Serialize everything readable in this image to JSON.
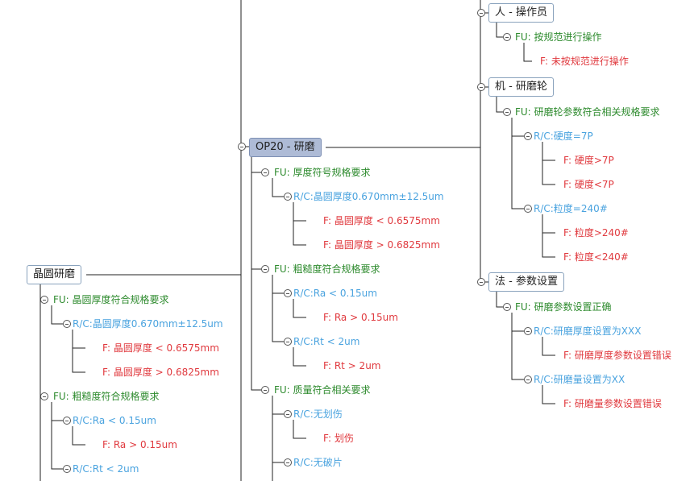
{
  "main": {
    "op20": {
      "title": "OP20 - 研磨",
      "fu_thickness": "FU: 厚度符号规格要求",
      "rc_thickness": "R/C:晶圆厚度0.670mm±12.5um",
      "f_thick_low": "F:   晶圆厚度 < 0.6575mm",
      "f_thick_high": "F:   晶圆厚度 > 0.6825mm",
      "fu_rough": "FU: 粗糙度符合规格要求",
      "rc_ra": "R/C:Ra < 0.15um",
      "f_ra": "F:   Ra > 0.15um",
      "rc_rt": "R/C:Rt < 2um",
      "f_rt": "F:   Rt > 2um",
      "fu_quality": "FU: 质量符合相关要求",
      "rc_scratch": "R/C:无划伤",
      "f_scratch": "F:   划伤",
      "rc_chip": "R/C:无破片"
    },
    "causes": {
      "man": "人 - 操作员",
      "fu_man": "FU: 按规范进行操作",
      "f_man": "F:   未按规范进行操作",
      "machine": "机 - 研磨轮",
      "fu_machine": "FU: 研磨轮参数符合相关规格要求",
      "rc_hard": "R/C:硬度=7P",
      "f_hard_gt": "F:   硬度>7P",
      "f_hard_lt": "F:   硬度<7P",
      "rc_grit": "R/C:粒度=240#",
      "f_grit_gt": "F:   粒度>240#",
      "f_grit_lt": "F:   粒度<240#",
      "method": "法 - 参数设置",
      "fu_method": "FU: 研磨参数设置正确",
      "rc_thk_set": "R/C:研磨厚度设置为XXX",
      "f_thk_set": "F:   研磨厚度参数设置错误",
      "rc_amt_set": "R/C:研磨量设置为XX",
      "f_amt_set": "F:   研磨量参数设置错误"
    },
    "left": {
      "title": "晶圆研磨",
      "fu_thickness": "FU: 晶圆厚度符合规格要求",
      "rc_thickness": "R/C:晶圆厚度0.670mm±12.5um",
      "f_thick_low": "F:   晶圆厚度 < 0.6575mm",
      "f_thick_high": "F:   晶圆厚度 > 0.6825mm",
      "fu_rough": "FU: 粗糙度符合规格要求",
      "rc_ra": "R/C:Ra < 0.15um",
      "f_ra": "F:   Ra > 0.15um",
      "rc_rt": "R/C:Rt < 2um"
    }
  },
  "colors": {
    "fu": "#2e8b2e",
    "rc": "#4aa3df",
    "f": "#e0393e",
    "highlight": "#aebbd6"
  }
}
